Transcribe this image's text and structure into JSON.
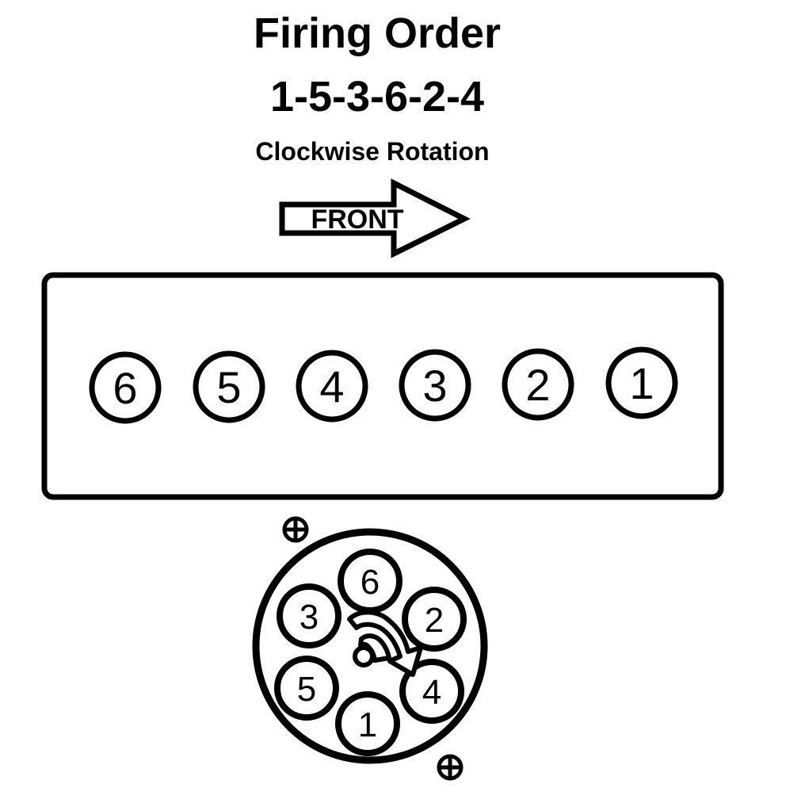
{
  "header": {
    "title": "Firing Order",
    "firing_sequence": "1-5-3-6-2-4",
    "rotation_note": "Clockwise Rotation"
  },
  "front_arrow": {
    "label": "FRONT",
    "direction": "right"
  },
  "engine_block": {
    "cylinders": [
      {
        "label": "6"
      },
      {
        "label": "5"
      },
      {
        "label": "4"
      },
      {
        "label": "3"
      },
      {
        "label": "2"
      },
      {
        "label": "1"
      }
    ]
  },
  "distributor": {
    "terminals": [
      {
        "label": "6",
        "position": "top"
      },
      {
        "label": "2",
        "position": "upper-right"
      },
      {
        "label": "4",
        "position": "lower-right"
      },
      {
        "label": "1",
        "position": "bottom"
      },
      {
        "label": "5",
        "position": "lower-left"
      },
      {
        "label": "3",
        "position": "upper-left"
      }
    ],
    "rotor": {
      "icon": "rotor-clockwise-arrow-icon"
    },
    "screws": [
      {
        "icon": "crosshair-screw-icon",
        "position": "upper-left"
      },
      {
        "icon": "crosshair-screw-icon",
        "position": "lower-right"
      }
    ]
  },
  "colors": {
    "ink": "#000000",
    "paper": "#ffffff"
  }
}
